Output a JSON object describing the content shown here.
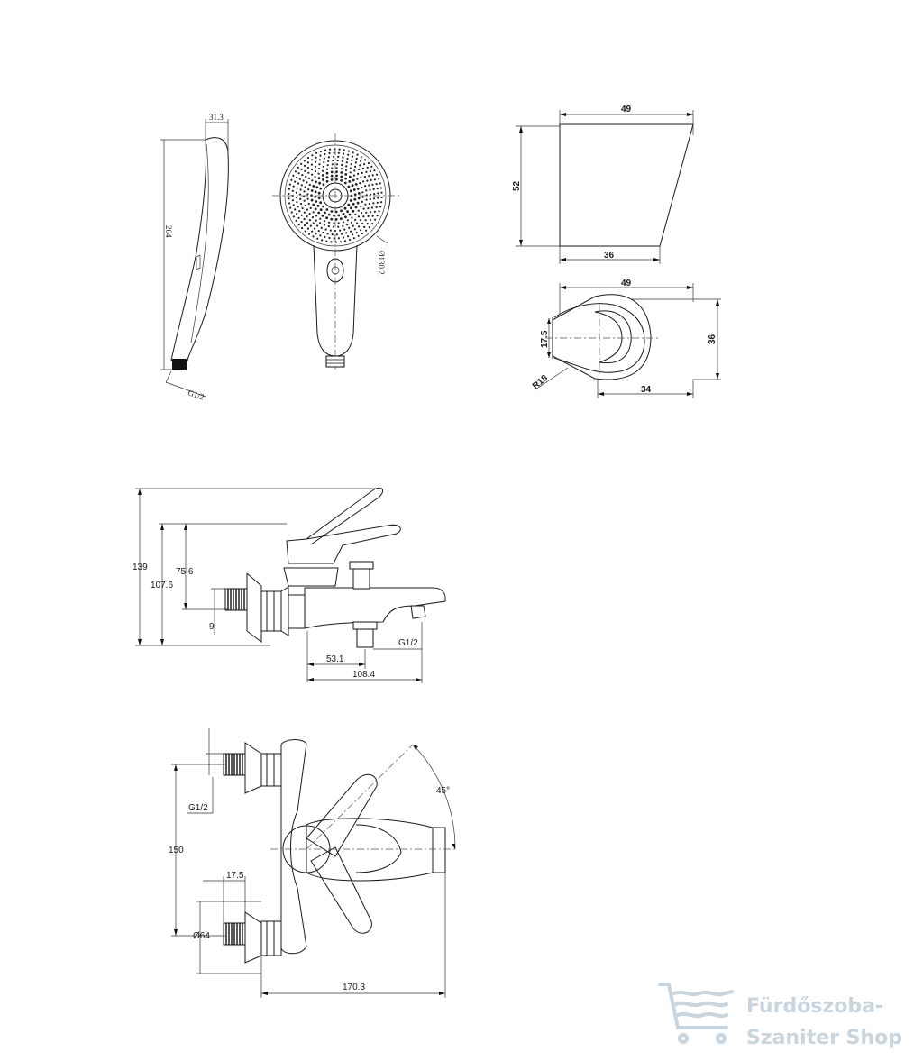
{
  "dims": {
    "handshower_width": "31.3",
    "handshower_length": "264",
    "handshower_thread": "G1/2",
    "spray_diameter": "Ø130.2",
    "holder_top_width": "49",
    "holder_height": "52",
    "holder_bottom_width": "36",
    "holder_plan_width": "49",
    "holder_plan_depth": "36",
    "holder_plan_17_5": "17.5",
    "holder_radius": "R18",
    "holder_plan_34": "34",
    "side_139": "139",
    "side_107_6": "107.6",
    "side_75_6": "75.6",
    "side_9": "9",
    "side_53_1": "53.1",
    "side_108_4": "108.4",
    "side_g12": "G1/2",
    "top_g12": "G1/2",
    "top_150": "150",
    "top_17_5": "17.5",
    "top_d64": "Ø64",
    "top_170_3": "170.3",
    "top_45": "45°"
  },
  "logo": {
    "line1": "Fürdőszoba-",
    "line2": "Szaniter Shop",
    "color": "#c9d5de"
  }
}
